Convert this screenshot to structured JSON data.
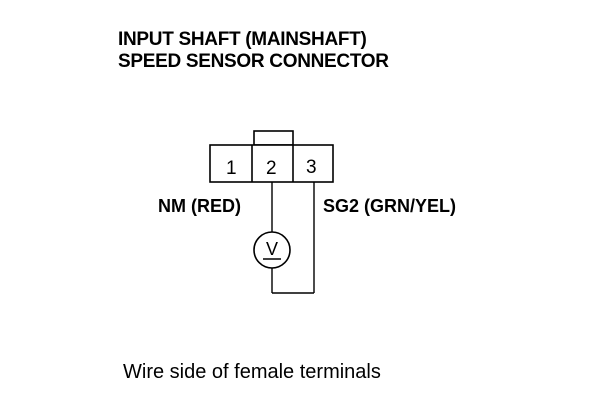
{
  "title": {
    "line1": "INPUT SHAFT (MAINSHAFT)",
    "line2": "SPEED SENSOR CONNECTOR"
  },
  "connector": {
    "pins": [
      {
        "number": "1"
      },
      {
        "number": "2"
      },
      {
        "number": "3"
      }
    ]
  },
  "wires": {
    "left_label": "NM (RED)",
    "right_label": "SG2 (GRN/YEL)"
  },
  "meter": {
    "symbol": "V"
  },
  "caption": "Wire side of female terminals",
  "colors": {
    "ink": "#000000",
    "background": "#ffffff"
  }
}
